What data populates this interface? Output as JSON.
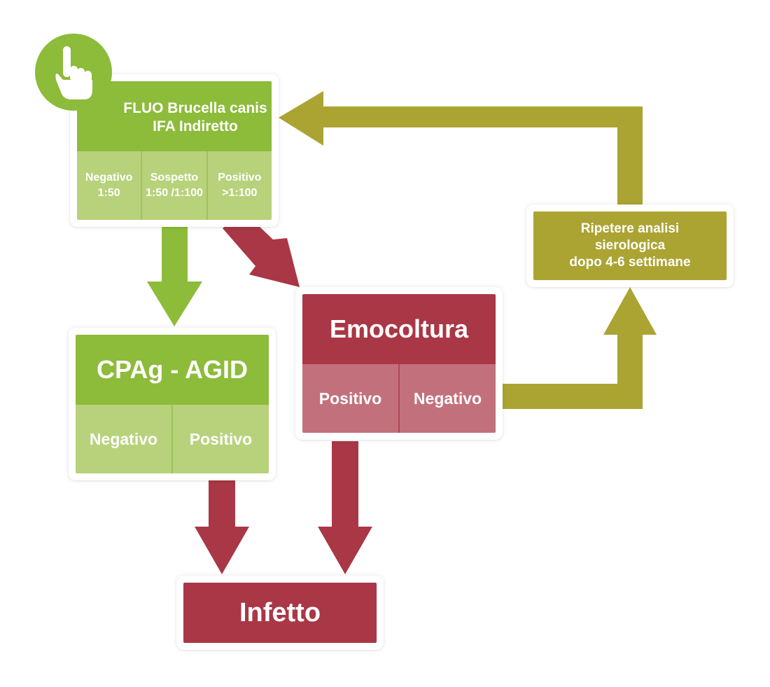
{
  "colors": {
    "green_dark": "#8dbb3a",
    "green_light": "#b7d27b",
    "green_divider": "#9dc35a",
    "red_dark": "#a93746",
    "red_light": "#c2717c",
    "red_divider": "#b04756",
    "olive": "#aba432"
  },
  "badge": {
    "icon": "pointing-hand-icon"
  },
  "fluo": {
    "title_line1": "FLUO Brucella canis",
    "title_line2": "IFA Indiretto",
    "results": [
      {
        "label": "Negativo",
        "value": "1:50"
      },
      {
        "label": "Sospetto",
        "value": "1:50 /1:100"
      },
      {
        "label": "Positivo",
        "value": ">1:100"
      }
    ]
  },
  "cpag": {
    "title": "CPAg - AGID",
    "results": [
      "Negativo",
      "Positivo"
    ]
  },
  "emocoltura": {
    "title": "Emocoltura",
    "results": [
      "Positivo",
      "Negativo"
    ]
  },
  "ripetere": {
    "line1": "Ripetere analisi",
    "line2": "sierologica",
    "line3": "dopo 4-6 settimane"
  },
  "infetto": {
    "title": "Infetto"
  }
}
